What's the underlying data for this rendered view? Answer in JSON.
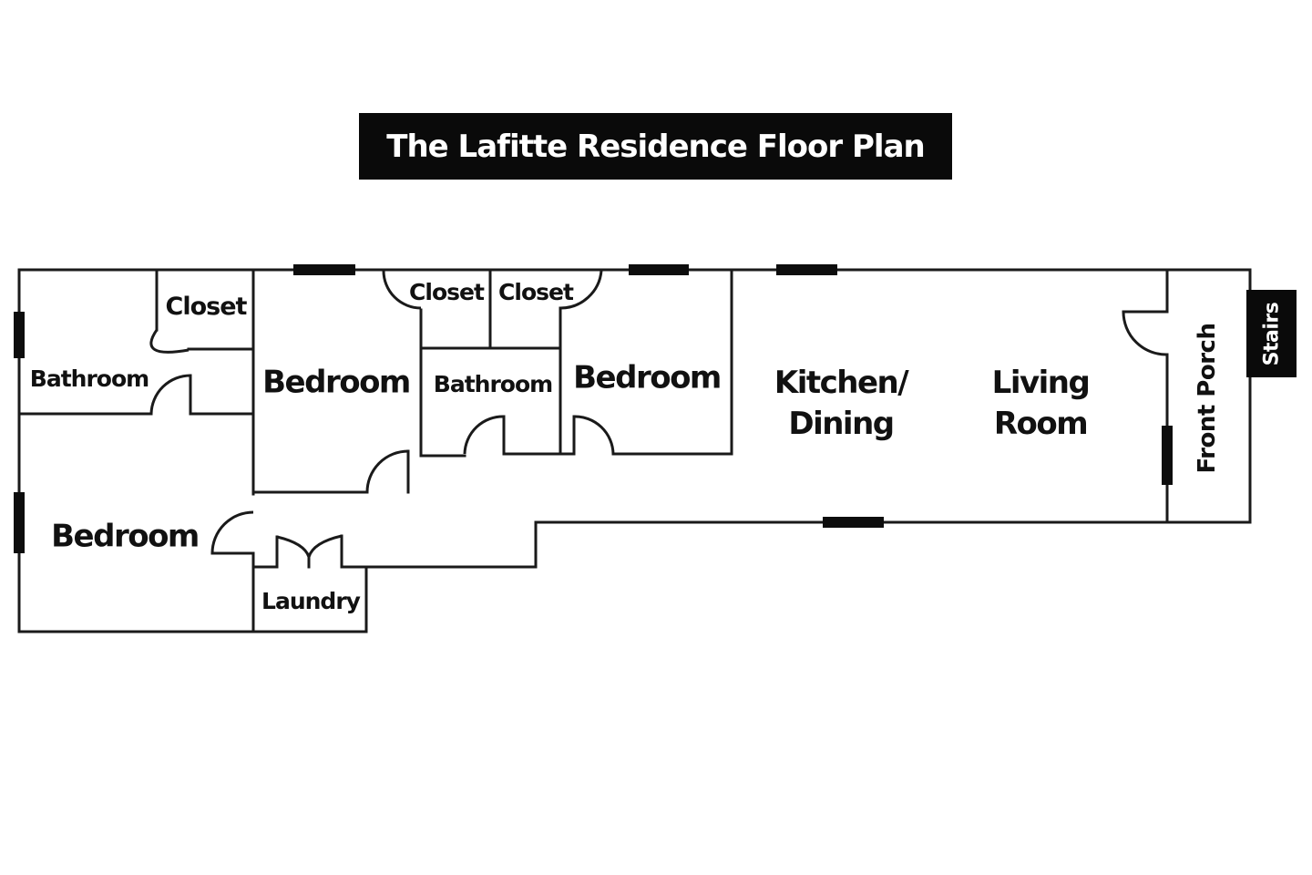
{
  "title": {
    "text": "The Lafitte Residence Floor Plan"
  },
  "rooms": {
    "bathroom_1": {
      "label": "Bathroom"
    },
    "closet_1": {
      "label": "Closet"
    },
    "bedroom_1": {
      "label": "Bedroom"
    },
    "closet_2": {
      "label": "Closet"
    },
    "closet_3": {
      "label": "Closet"
    },
    "bathroom_2": {
      "label": "Bathroom"
    },
    "bedroom_2": {
      "label": "Bedroom"
    },
    "kitchen_dining": {
      "line1": "Kitchen/",
      "line2": "Dining"
    },
    "living_room": {
      "line1": "Living",
      "line2": "Room"
    },
    "bedroom_3": {
      "label": "Bedroom"
    },
    "laundry": {
      "label": "Laundry"
    },
    "front_porch": {
      "label": "Front Porch"
    },
    "stairs": {
      "label": "Stairs"
    }
  },
  "colors": {
    "background": "#ffffff",
    "wall": "#1a1a1a",
    "window_marker": "#0d0d0d",
    "title_bg": "#0a0a0a",
    "title_text": "#ffffff",
    "stairs_bg": "#0a0a0a",
    "stairs_text": "#ffffff"
  }
}
